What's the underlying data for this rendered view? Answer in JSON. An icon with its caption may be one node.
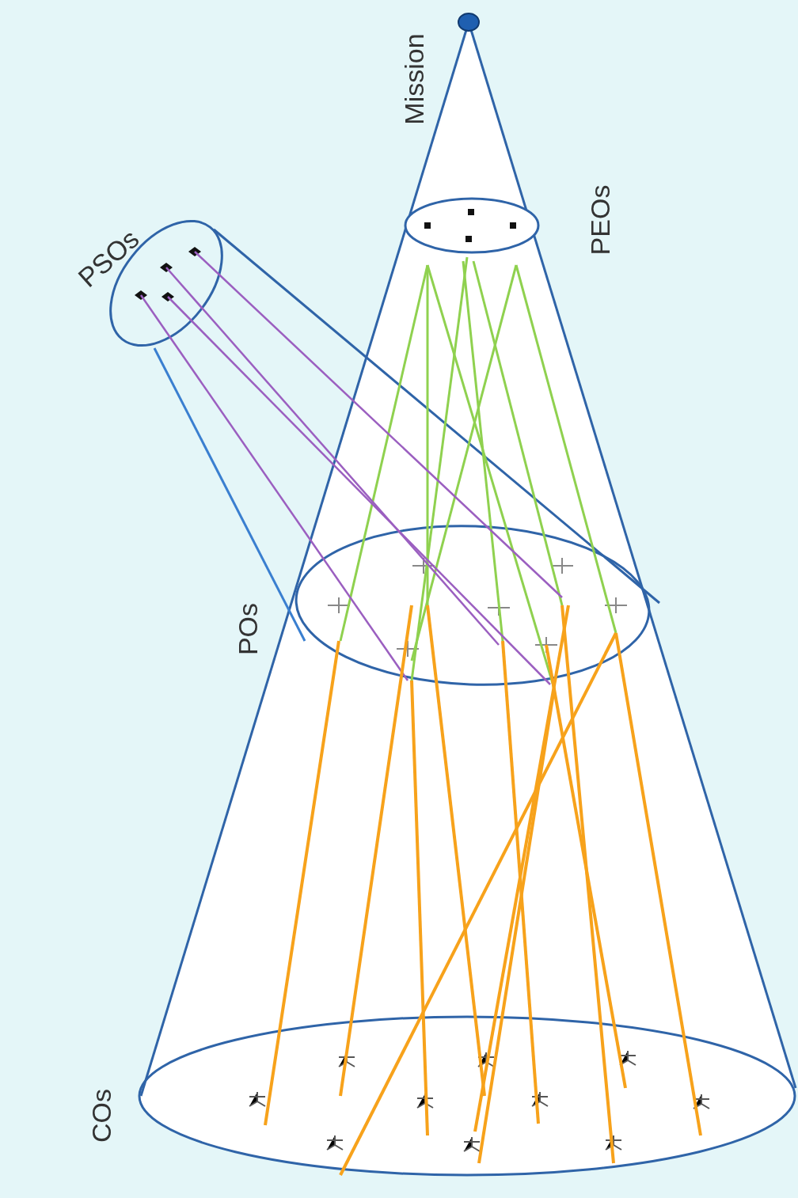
{
  "diagram": {
    "labels": [
      "Mission",
      "PEOs",
      "PSOs",
      "POs",
      "COs"
    ]
  }
}
